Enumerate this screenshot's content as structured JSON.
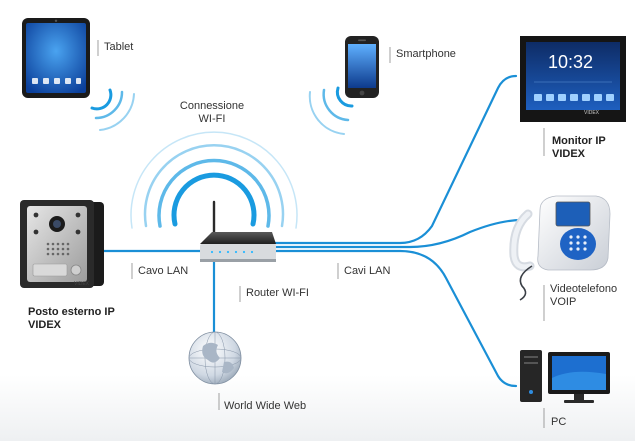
{
  "labels": {
    "tablet": "Tablet",
    "smartphone": "Smartphone",
    "wifi_line1": "Connessione",
    "wifi_line2": "WI-FI",
    "monitor_line1": "Monitor IP",
    "monitor_line2": "VIDEX",
    "door_line1": "Posto esterno IP",
    "door_line2": "VIDEX",
    "cavo_lan": "Cavo LAN",
    "router": "Router WI-FI",
    "cavi_lan": "Cavi LAN",
    "videophone_line1": "Videotelefono",
    "videophone_line2": "VOIP",
    "www": "World Wide Web",
    "pc": "PC"
  },
  "screens": {
    "monitor_clock": "10:32",
    "door_brand": "VIDEX",
    "monitor_brand": "VIDEX"
  },
  "colors": {
    "cable": "#1a8fd6",
    "wifi_wave": "#1a9be0",
    "leader": "#888888",
    "device_dark": "#1c1c1c",
    "screen_blue": "#1d6fd0"
  }
}
